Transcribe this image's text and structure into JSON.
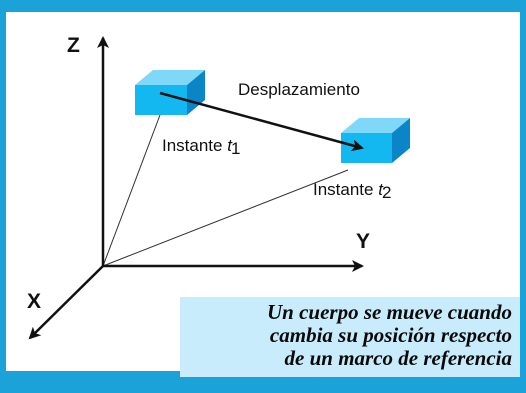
{
  "axes": {
    "z": "Z",
    "y": "Y",
    "x": "X"
  },
  "displacement_label": "Desplazamiento",
  "instant1": {
    "prefix": "Instante ",
    "var": "t",
    "sub": "1"
  },
  "instant2": {
    "prefix": "Instante ",
    "var": "t",
    "sub": "2"
  },
  "caption": {
    "line1": "Un cuerpo se mueve cuando",
    "line2": "cambia su posición respecto",
    "line3": "de un marco de referencia"
  },
  "colors": {
    "frame": "#1ba3d9",
    "caption_bg": "#c8ecfb",
    "box_front": "#14b8f0",
    "box_top": "#7fd8f7",
    "box_side": "#0a86c8"
  }
}
